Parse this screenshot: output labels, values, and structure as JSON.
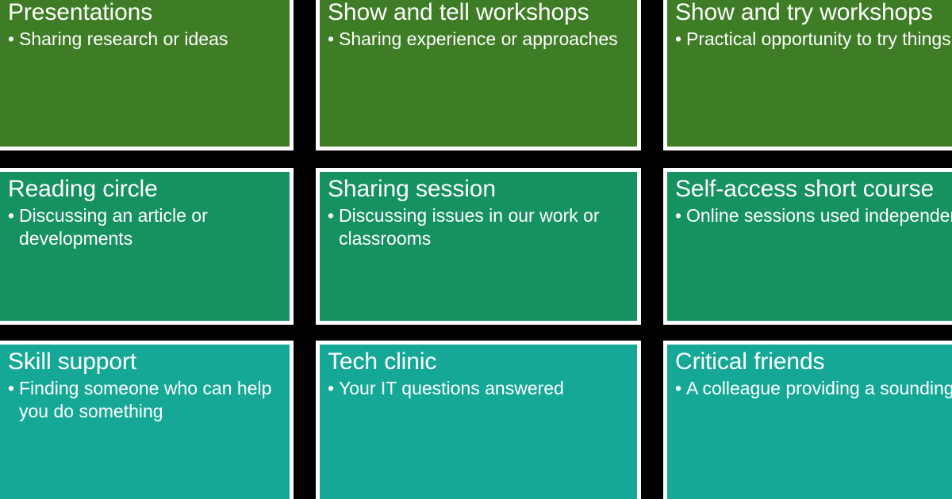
{
  "slide": {
    "background_color": "#000000",
    "card_border_color": "#ffffff",
    "text_color": "#ffffff",
    "row_colors": [
      "#3E7D26",
      "#169160",
      "#16A897"
    ]
  },
  "cards": [
    {
      "title": "Presentations",
      "bullet": "•",
      "points": [
        "Sharing research or ideas"
      ],
      "clipped": "left"
    },
    {
      "title": "Show and tell workshops",
      "bullet": "•",
      "points": [
        "Sharing experience or approaches"
      ],
      "clipped": "none"
    },
    {
      "title": "Show and try workshops",
      "bullet": "•",
      "points": [
        "Practical opportunity to try things out"
      ],
      "clipped": "right"
    },
    {
      "title": "Reading circle",
      "bullet": "•",
      "points": [
        "Discussing an article or developments"
      ],
      "clipped": "left"
    },
    {
      "title": "Sharing session",
      "bullet": "•",
      "points": [
        "Discussing issues in our work or classrooms"
      ],
      "clipped": "none"
    },
    {
      "title": "Self-access short course",
      "bullet": "•",
      "points": [
        "Online sessions used independently"
      ],
      "clipped": "right"
    },
    {
      "title": "Skill support",
      "bullet": "•",
      "points": [
        "Finding someone who can help you do something"
      ],
      "clipped": "left"
    },
    {
      "title": "Tech clinic",
      "bullet": "•",
      "points": [
        "Your IT questions answered"
      ],
      "clipped": "none"
    },
    {
      "title": "Critical friends",
      "bullet": "•",
      "points": [
        "A colleague providing a sounding board"
      ],
      "clipped": "right"
    }
  ]
}
